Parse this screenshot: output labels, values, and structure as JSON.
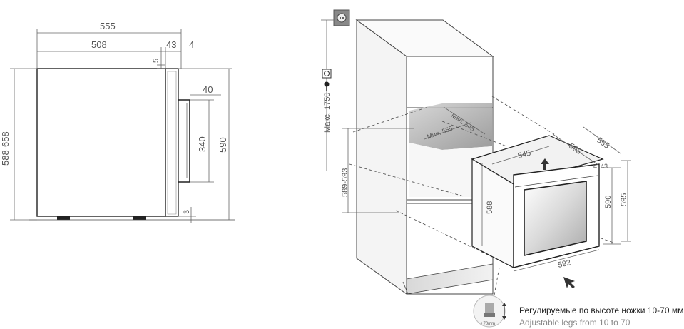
{
  "side_view": {
    "width_total": "555",
    "width_body": "508",
    "width_door": "43",
    "width_gap": "4",
    "top_gap": "5",
    "niche_height": "588-658",
    "handle_offset": "40",
    "handle_length": "340",
    "total_height": "590",
    "bottom_gap": "3"
  },
  "installation_view": {
    "max_socket_height": "Макс. 1750",
    "min_depth": "Мин. 555",
    "min_width": "Мин. 545",
    "niche_height": "589-593",
    "unit_width_top": "545",
    "unit_depth": "508",
    "unit_total_depth": "555",
    "door_thickness": "43",
    "door_gap": "4",
    "unit_height": "588",
    "door_height": "590",
    "total_height": "595",
    "front_width": "592",
    "legs_label": "+70mm"
  },
  "legs_note": {
    "ru": "Регулируемые по высоте ножки 10-70 мм",
    "en": "Adjustable legs from 10 to 70"
  }
}
